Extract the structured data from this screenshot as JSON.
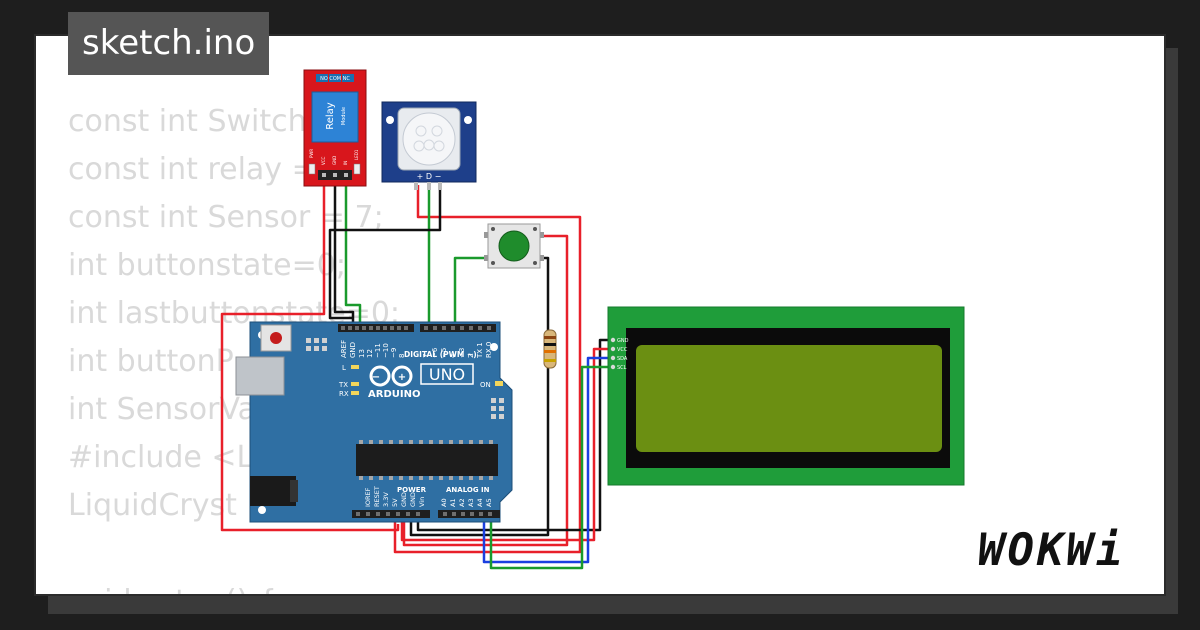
{
  "window": {
    "filename": "sketch.ino"
  },
  "code_lines": [
    "const int Switch",
    "const int relay = 8;",
    "const int Sensor = 7;",
    "int buttonstate=0;",
    "int lastbuttonstate=0;",
    "int buttonP",
    "int SensorVa",
    "#include <Li                >",
    "LiquidCryst              5, 2);",
    "",
    "void setup() {"
  ],
  "relay": {
    "title": "Relay",
    "subtitle": "Module",
    "top_pins": "NO COM NC",
    "pin_labels": [
      "VCC",
      "GND",
      "IN"
    ],
    "power": "PWR",
    "led": "LED1"
  },
  "pir": {
    "pin_labels": "+  D  −"
  },
  "arduino": {
    "brand": "ARDUINO",
    "model": "UNO",
    "digital_label": "DIGITAL (PWM ~)",
    "power_label": "POWER",
    "analog_label": "ANALOG IN",
    "top_pins": [
      "AREF",
      "GND",
      "13",
      "12",
      "~11",
      "~10",
      "~9",
      "8",
      "7",
      "~6",
      "~5",
      "4",
      "~3",
      "2",
      "TX 1",
      "RX 0"
    ],
    "power_pins": [
      "IOREF",
      "RESET",
      "3.3V",
      "5V",
      "GND",
      "GND",
      "Vin"
    ],
    "analog_pins": [
      "A0",
      "A1",
      "A2",
      "A3",
      "A4",
      "A5"
    ],
    "led_labels": [
      "L",
      "TX",
      "RX",
      "ON"
    ]
  },
  "lcd": {
    "pins": [
      "GND",
      "VCC",
      "SDA",
      "SCL"
    ]
  },
  "brand": {
    "logo": "WOKWi"
  },
  "colors": {
    "background": "#1e1e1e",
    "card": "#ffffff",
    "board": "#2f6fa3",
    "lcd_frame": "#1f9d3a",
    "lcd_screen": "#6b8f12",
    "wire_red": "#e8202a",
    "wire_green": "#1a9a2c",
    "wire_blue": "#1b3fe0",
    "wire_black": "#111111"
  }
}
